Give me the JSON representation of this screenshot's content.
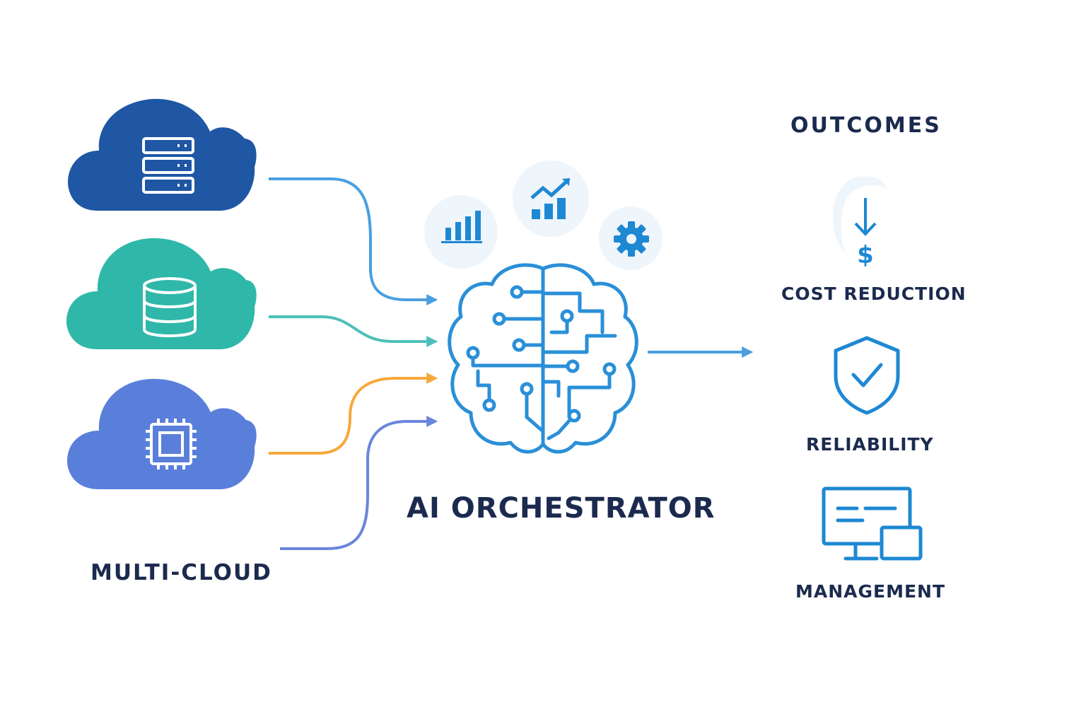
{
  "diagram": {
    "sources_label": "MULTI-CLOUD",
    "center_label": "AI ORCHESTRATOR",
    "outcomes_title": "OUTCOMES",
    "outcomes": [
      {
        "label": "COST REDUCTION",
        "icon": "cost-down-dollar-icon"
      },
      {
        "label": "RELIABILITY",
        "icon": "shield-check-icon"
      },
      {
        "label": "MANAGEMENT",
        "icon": "monitor-dashboard-icon"
      }
    ],
    "clouds": [
      {
        "icon": "server-rack-icon",
        "color": "#1f57a4"
      },
      {
        "icon": "database-icon",
        "color": "#2fb8a9"
      },
      {
        "icon": "cpu-chip-icon",
        "color": "#5a7fdb"
      }
    ],
    "connector_colors": [
      "#4a9fe0",
      "#4cc0b8",
      "#f6a93b",
      "#6a86dc"
    ],
    "accent": "#2a8fd8",
    "text_color": "#1b2a4e"
  }
}
